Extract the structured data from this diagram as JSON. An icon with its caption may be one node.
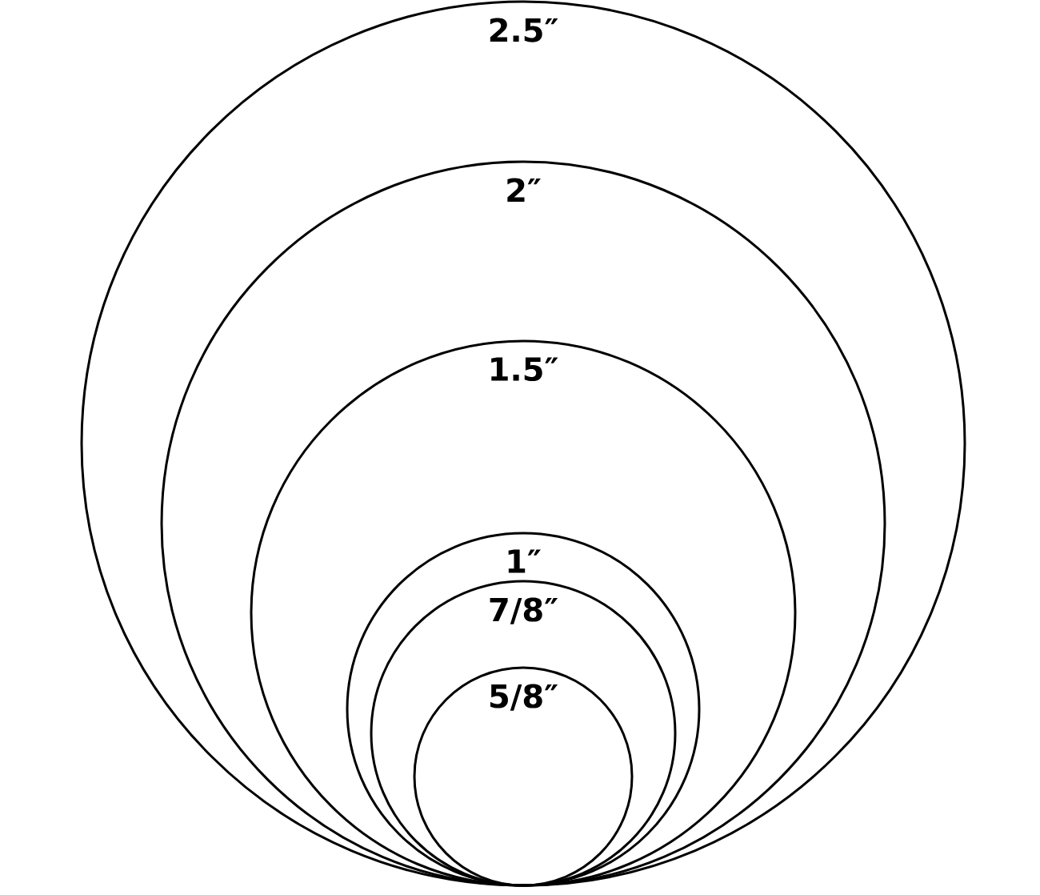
{
  "diagram": {
    "nodes": [
      {
        "text": [
          "2.5″"
        ]
      },
      {
        "text": [
          "2″"
        ],
        "in": 0
      },
      {
        "text": [
          "1.5″"
        ],
        "in": 1
      },
      {
        "text": [
          "1″"
        ],
        "in": 2
      },
      {
        "text": [
          "7/8″"
        ],
        "in": 3
      },
      {
        "text": [
          "5/8″"
        ],
        "in": 4
      }
    ]
  }
}
